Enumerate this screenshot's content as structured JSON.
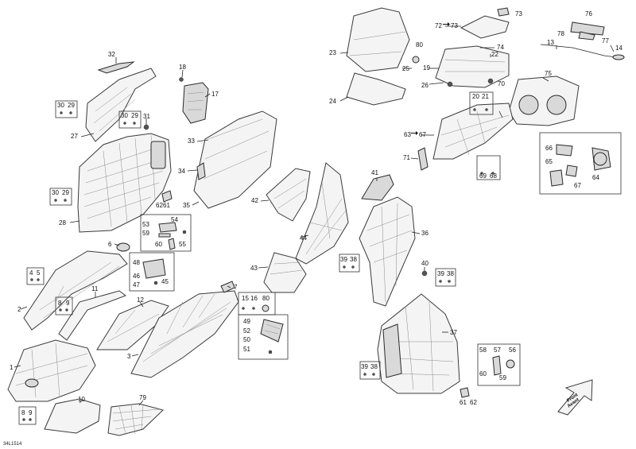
{
  "diagram": {
    "reference": "34L1514",
    "front_arrow": [
      "Front",
      "Avant"
    ],
    "callouts": [
      {
        "id": "c1",
        "t": "1"
      },
      {
        "id": "c2",
        "t": "2"
      },
      {
        "id": "c3",
        "t": "3"
      },
      {
        "id": "c4",
        "t": "4"
      },
      {
        "id": "c5",
        "t": "5"
      },
      {
        "id": "c6",
        "t": "6"
      },
      {
        "id": "c7",
        "t": "7"
      },
      {
        "id": "c8a",
        "t": "8"
      },
      {
        "id": "c9a",
        "t": "9"
      },
      {
        "id": "c8b",
        "t": "8"
      },
      {
        "id": "c9b",
        "t": "9"
      },
      {
        "id": "c10",
        "t": "10"
      },
      {
        "id": "c11",
        "t": "11"
      },
      {
        "id": "c12",
        "t": "12"
      },
      {
        "id": "c13",
        "t": "13"
      },
      {
        "id": "c14",
        "t": "14"
      },
      {
        "id": "c15",
        "t": "15"
      },
      {
        "id": "c16",
        "t": "16"
      },
      {
        "id": "c17",
        "t": "17"
      },
      {
        "id": "c18",
        "t": "18"
      },
      {
        "id": "c19",
        "t": "19"
      },
      {
        "id": "c20",
        "t": "20"
      },
      {
        "id": "c21",
        "t": "21"
      },
      {
        "id": "c22",
        "t": "22"
      },
      {
        "id": "c23",
        "t": "23"
      },
      {
        "id": "c24",
        "t": "24"
      },
      {
        "id": "c25",
        "t": "25"
      },
      {
        "id": "c26",
        "t": "26"
      },
      {
        "id": "c27",
        "t": "27"
      },
      {
        "id": "c28",
        "t": "28"
      },
      {
        "id": "c29a",
        "t": "29"
      },
      {
        "id": "c30a",
        "t": "30"
      },
      {
        "id": "c29b",
        "t": "29"
      },
      {
        "id": "c30b",
        "t": "30"
      },
      {
        "id": "c29c",
        "t": "29"
      },
      {
        "id": "c30c",
        "t": "30"
      },
      {
        "id": "c31",
        "t": "31"
      },
      {
        "id": "c32",
        "t": "32"
      },
      {
        "id": "c33",
        "t": "33"
      },
      {
        "id": "c34",
        "t": "34"
      },
      {
        "id": "c35",
        "t": "35"
      },
      {
        "id": "c36",
        "t": "36"
      },
      {
        "id": "c37",
        "t": "37"
      },
      {
        "id": "c38a",
        "t": "38"
      },
      {
        "id": "c39a",
        "t": "39"
      },
      {
        "id": "c38b",
        "t": "38"
      },
      {
        "id": "c39b",
        "t": "39"
      },
      {
        "id": "c38c",
        "t": "38"
      },
      {
        "id": "c39c",
        "t": "39"
      },
      {
        "id": "c40",
        "t": "40"
      },
      {
        "id": "c41",
        "t": "41"
      },
      {
        "id": "c42",
        "t": "42"
      },
      {
        "id": "c43",
        "t": "43"
      },
      {
        "id": "c44",
        "t": "44"
      },
      {
        "id": "c45",
        "t": "45"
      },
      {
        "id": "c46",
        "t": "46"
      },
      {
        "id": "c47",
        "t": "47"
      },
      {
        "id": "c48",
        "t": "48"
      },
      {
        "id": "c49",
        "t": "49"
      },
      {
        "id": "c50",
        "t": "50"
      },
      {
        "id": "c51",
        "t": "51"
      },
      {
        "id": "c52",
        "t": "52"
      },
      {
        "id": "c53",
        "t": "53"
      },
      {
        "id": "c54",
        "t": "54"
      },
      {
        "id": "c55",
        "t": "55"
      },
      {
        "id": "c56",
        "t": "56"
      },
      {
        "id": "c57",
        "t": "57"
      },
      {
        "id": "c58",
        "t": "58"
      },
      {
        "id": "c59a",
        "t": "59"
      },
      {
        "id": "c59b",
        "t": "59"
      },
      {
        "id": "c60a",
        "t": "60"
      },
      {
        "id": "c60b",
        "t": "60"
      },
      {
        "id": "c61a",
        "t": "61"
      },
      {
        "id": "c61b",
        "t": "61"
      },
      {
        "id": "c62a",
        "t": "62"
      },
      {
        "id": "c62b",
        "t": "62"
      },
      {
        "id": "c63",
        "t": "63"
      },
      {
        "id": "c64",
        "t": "64"
      },
      {
        "id": "c65",
        "t": "65"
      },
      {
        "id": "c66",
        "t": "66"
      },
      {
        "id": "c67a",
        "t": "67"
      },
      {
        "id": "c67b",
        "t": "67"
      },
      {
        "id": "c68",
        "t": "68"
      },
      {
        "id": "c69",
        "t": "69"
      },
      {
        "id": "c70",
        "t": "70"
      },
      {
        "id": "c71",
        "t": "71"
      },
      {
        "id": "c72",
        "t": "72"
      },
      {
        "id": "c73a",
        "t": "73"
      },
      {
        "id": "c73b",
        "t": "73"
      },
      {
        "id": "c74",
        "t": "74"
      },
      {
        "id": "c75",
        "t": "75"
      },
      {
        "id": "c76",
        "t": "76"
      },
      {
        "id": "c77",
        "t": "77"
      },
      {
        "id": "c78",
        "t": "78"
      },
      {
        "id": "c79",
        "t": "79"
      },
      {
        "id": "c80a",
        "t": "80"
      },
      {
        "id": "c80b",
        "t": "80"
      }
    ]
  }
}
